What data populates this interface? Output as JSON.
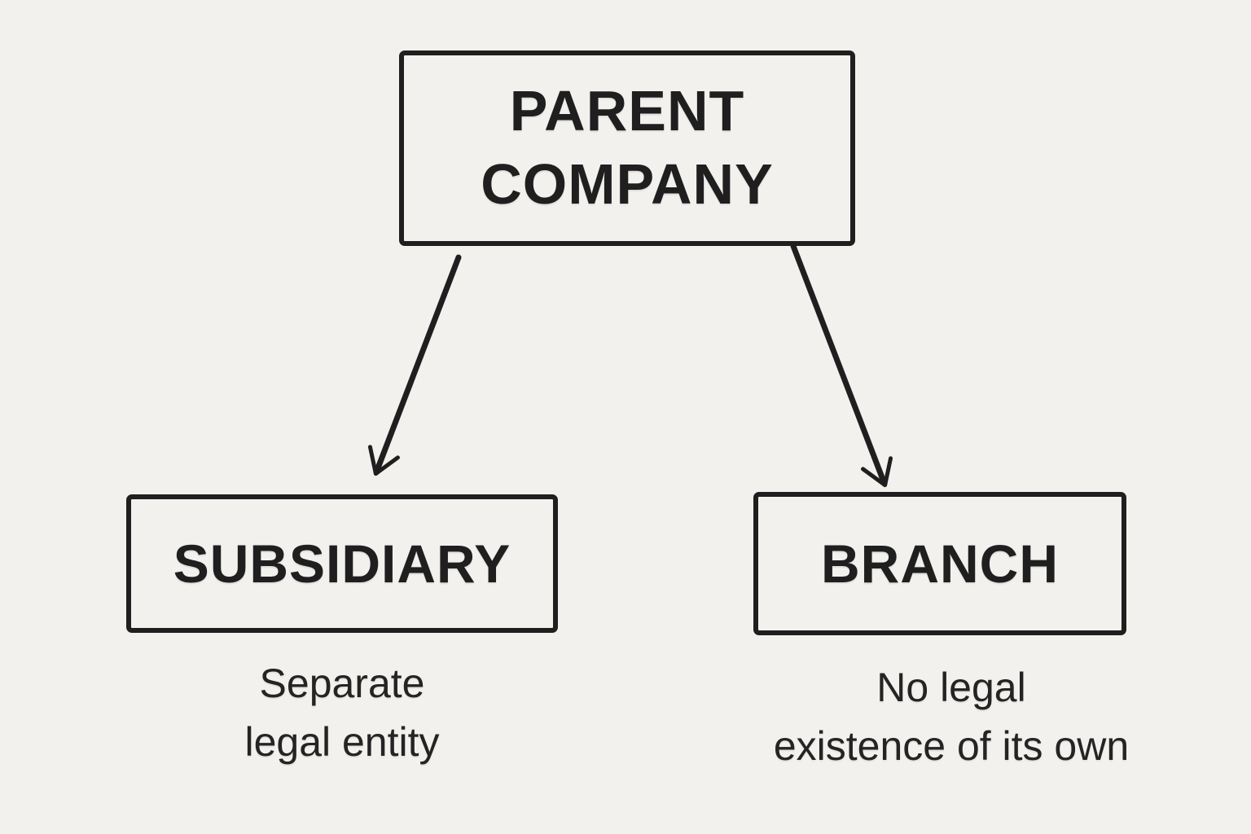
{
  "colors": {
    "background": "#f2f1ee",
    "ink": "#1f1f1f"
  },
  "diagram": {
    "type": "flowchart",
    "parent": {
      "label": "PARENT\nCOMPANY"
    },
    "children": [
      {
        "id": "subsidiary",
        "label": "SUBSIDIARY",
        "caption": "Separate\nlegal entity"
      },
      {
        "id": "branch",
        "label": "BRANCH",
        "caption": "No legal\nexistence of its own"
      }
    ]
  }
}
